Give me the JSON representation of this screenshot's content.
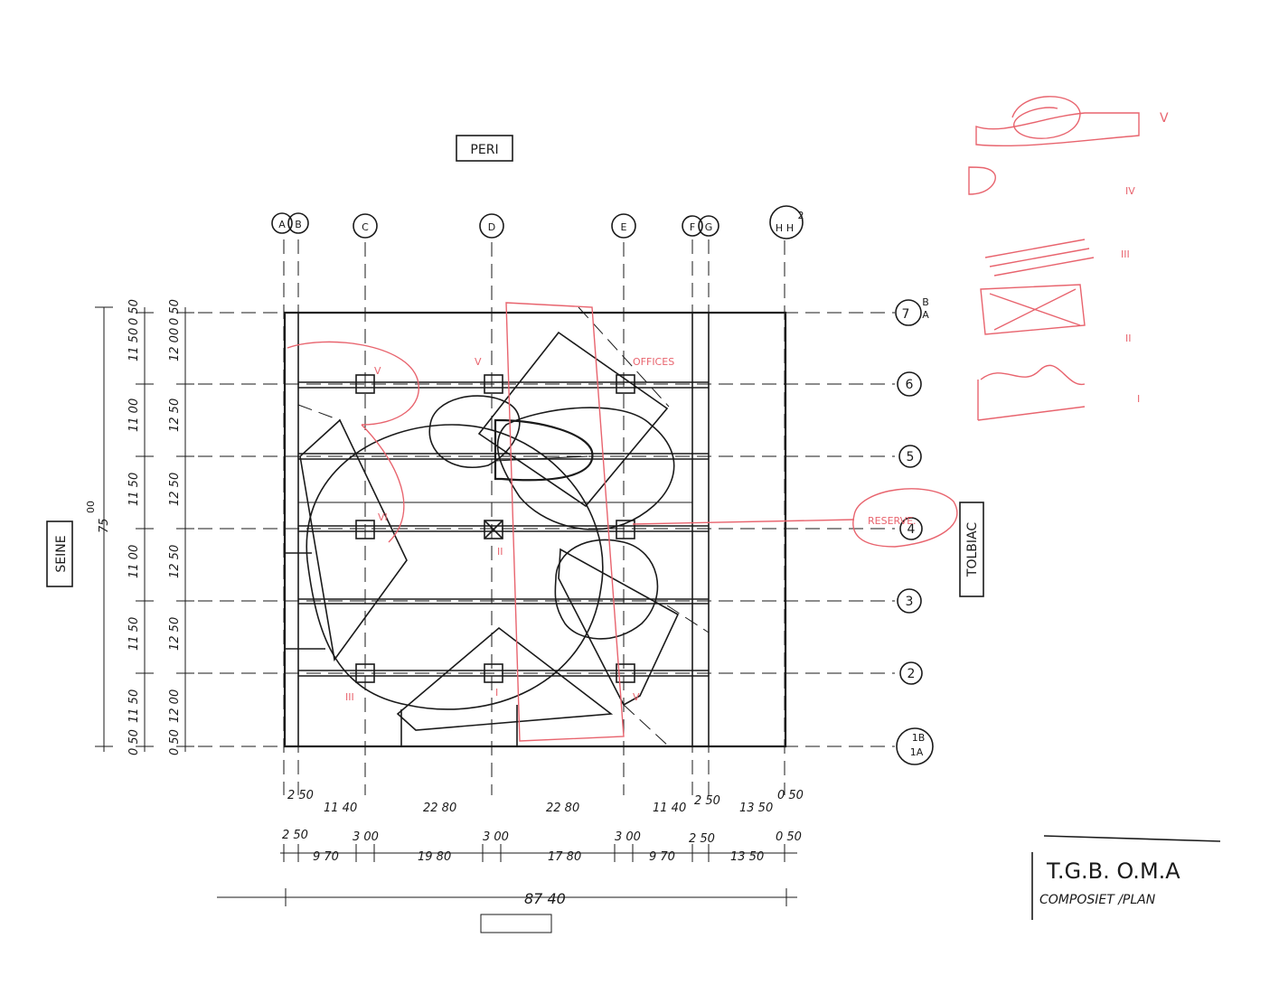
{
  "labels": {
    "top": "PERI",
    "left": "SEINE",
    "right": "TOLBIAC",
    "reserve": "RESERVE.",
    "offices": "OFFICES"
  },
  "columns": [
    "A",
    "B",
    "C",
    "D",
    "E",
    "F",
    "G",
    "H",
    "H",
    "2"
  ],
  "rows": [
    "7",
    "B",
    "A",
    "6",
    "5",
    "4",
    "3",
    "2",
    "1B",
    "1A"
  ],
  "sheet_numerals_red": [
    "V",
    "IV",
    "III",
    "II",
    "I",
    "V",
    "VI",
    "II",
    "III",
    "I",
    "V"
  ],
  "vertical_dims_outer": [
    "75",
    "00"
  ],
  "vertical_dims_mid": [
    "0 50",
    "11 50",
    "11 00",
    "11 50",
    "11 00",
    "11 50",
    "11 50",
    "0 50"
  ],
  "vertical_dims_inner": [
    "0 50",
    "12 00",
    "12 50",
    "12 50",
    "12 50",
    "12 50",
    "12 00",
    "0 50"
  ],
  "horizontal_dims_row1": [
    "2 50",
    "11 40",
    "22 80",
    "22 80",
    "11 40",
    "2 50",
    "13 50",
    "0 50"
  ],
  "horizontal_dims_row2": [
    "2 50",
    "9 70",
    "3 00",
    "19 80",
    "3 00",
    "17 80",
    "3 00",
    "9 70",
    "2 50",
    "13 50",
    "0 50"
  ],
  "overall_dim": "87 40",
  "title_block": {
    "title": "T.G.B. O.M.A",
    "subtitle": "COMPOSIET /PLAN"
  }
}
